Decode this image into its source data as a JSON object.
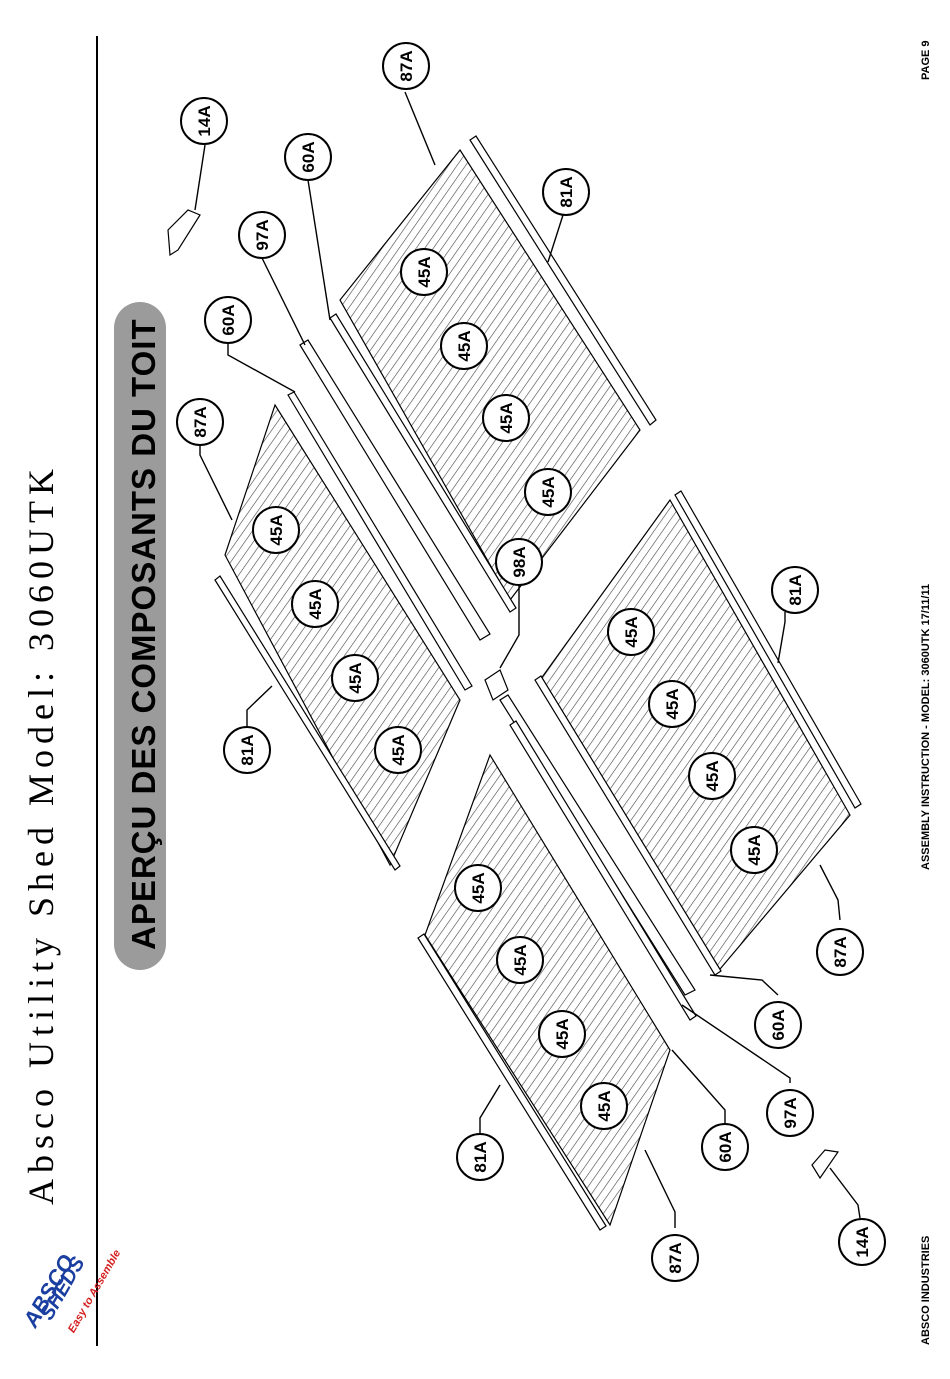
{
  "header": {
    "title": "Absco Utility Shed Model: 3060UTK"
  },
  "logo": {
    "line1": "ABSCO",
    "line2": "SHEDS",
    "slogan": "Easy to Assemble",
    "colors": {
      "primary": "#1a3fa0",
      "slogan": "#d42020"
    }
  },
  "banner": {
    "text": "APERÇU DES COMPOSANTS DU TOIT",
    "color": "#9b9b9b"
  },
  "footer": {
    "left": "ABSCO INDUSTRIES",
    "center": "ASSEMBLY INSTRUCTION - MODEL: 3060UTK 17/11/11",
    "right": "PAGE 9"
  },
  "callouts": {
    "p14a_top": "14A",
    "p87a_top": "87A",
    "p60a_top": "60A",
    "p81a_top": "81A",
    "p97a_top": "97A",
    "p60a_mid": "60A",
    "p87a_left": "87A",
    "p45a_1": "45A",
    "p45a_2": "45A",
    "p45a_3": "45A",
    "p45a_4": "45A",
    "p45a_5": "45A",
    "p45a_6": "45A",
    "p45a_7": "45A",
    "p45a_8": "45A",
    "p98a": "98A",
    "p81a_left": "81A",
    "p45a_9": "45A",
    "p45a_10": "45A",
    "p45a_11": "45A",
    "p45a_12": "45A",
    "p81a_right": "81A",
    "p45a_13": "45A",
    "p45a_14": "45A",
    "p45a_15": "45A",
    "p45a_16": "45A",
    "p87a_right": "87A",
    "p60a_right": "60A",
    "p97a_bottom": "97A",
    "p60a_bottom": "60A",
    "p81a_bottom": "81A",
    "p87a_bottom": "87A",
    "p14a_bottom": "14A"
  }
}
